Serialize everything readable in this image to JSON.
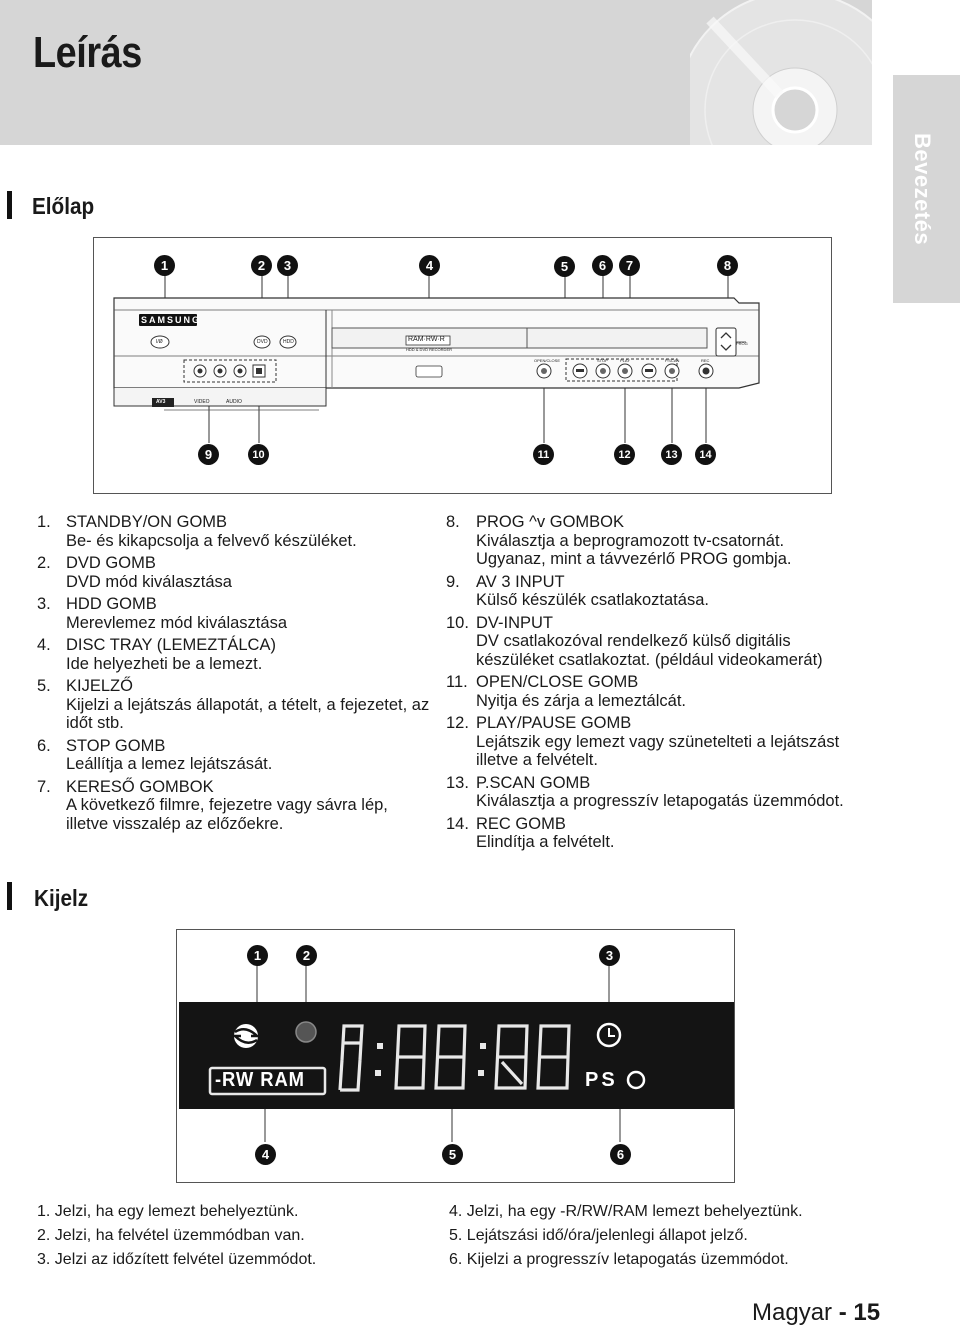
{
  "page": {
    "title": "Leírás",
    "side_tab": "Bevezetés",
    "footer_language": "Magyar",
    "footer_separator": " - ",
    "footer_page": "15"
  },
  "front_panel": {
    "section_title": "Előlap",
    "brand": "SAMSUNG",
    "tray_label": "RAM·RW·R",
    "tray_sublabel": "HDD & DVD RECORDER",
    "button_labels": {
      "standby": "I/Ø",
      "dvd": "DVD",
      "hdd": "HDD",
      "open_close": "OPEN/CLOSE",
      "stop": "STOP",
      "play": "PLAY",
      "pscan": "P.SCAN",
      "rec": "REC",
      "prog": "PROG",
      "av3": "AV3",
      "video": "VIDEO",
      "audio": "AUDIO"
    },
    "callouts_top": [
      "1",
      "2",
      "3",
      "4",
      "5",
      "6",
      "7",
      "8"
    ],
    "callouts_bottom": [
      "9",
      "10",
      "11",
      "12",
      "13",
      "14"
    ],
    "items_left": [
      {
        "num": "1.",
        "title": "STANDBY/ON GOMB",
        "desc": "Be- és kikapcsolja a felvevő készüléket."
      },
      {
        "num": "2.",
        "title": "DVD GOMB",
        "desc": "DVD mód kiválasztása"
      },
      {
        "num": "3.",
        "title": "HDD GOMB",
        "desc": "Merevlemez mód kiválasztása"
      },
      {
        "num": "4.",
        "title": "DISC TRAY (LEMEZTÁLCA)",
        "desc": "Ide helyezheti be a lemezt."
      },
      {
        "num": "5.",
        "title": "KIJELZŐ",
        "desc": "Kijelzi a lejátszás állapotát, a tételt, a fejezetet, az időt stb."
      },
      {
        "num": "6.",
        "title": "STOP GOMB",
        "desc": "Leállítja a lemez lejátszását."
      },
      {
        "num": "7.",
        "title": "KERESŐ GOMBOK",
        "desc": "A következő filmre, fejezetre vagy sávra lép, illetve visszalép az előzőekre."
      }
    ],
    "items_right": [
      {
        "num": "8.",
        "title": "PROG ^v GOMBOK",
        "desc": "Kiválasztja a beprogramozott tv-csatornát. Ugyanaz, mint a távvezérlő PROG gombja."
      },
      {
        "num": "9.",
        "title": "AV 3 INPUT",
        "desc": "Külső készülék csatlakoztatása."
      },
      {
        "num": "10.",
        "title": "DV-INPUT",
        "desc": "DV csatlakozóval rendelkező külső digitális készüléket csatlakoztat. (például videokamerát)"
      },
      {
        "num": "11.",
        "title": "OPEN/CLOSE GOMB",
        "desc": "Nyitja és zárja a lemeztálcát."
      },
      {
        "num": "12.",
        "title": "PLAY/PAUSE GOMB",
        "desc": "Lejátszik egy lemezt vagy szünetelteti a lejátszást illetve a felvételt."
      },
      {
        "num": "13.",
        "title": "P.SCAN GOMB",
        "desc": "Kiválasztja a progresszív letapogatás üzemmódot."
      },
      {
        "num": "14.",
        "title": "REC GOMB",
        "desc": "Elindítja a felvételt."
      }
    ]
  },
  "display": {
    "section_title": "Kijelz",
    "disc_type": "-RW RAM",
    "mode_label": "PS",
    "callouts_top": [
      "1",
      "2",
      "3"
    ],
    "callouts_bottom": [
      "4",
      "5",
      "6"
    ],
    "notes_left": [
      "1. Jelzi, ha egy lemezt behelyeztünk.",
      "2. Jelzi, ha felvétel üzemmódban van.",
      "3. Jelzi az időzített felvétel üzemmódot."
    ],
    "notes_right": [
      "4. Jelzi, ha egy -R/RW/RAM lemezt behelyeztünk.",
      "5. Lejátszási idő/óra/jelenlegi állapot jelző.",
      "6. Kijelzi a progresszív letapogatás üzemmódot."
    ]
  },
  "colors": {
    "header_gray": "#d6d6d6",
    "display_dark": "#141414",
    "text": "#1a1a1a"
  }
}
